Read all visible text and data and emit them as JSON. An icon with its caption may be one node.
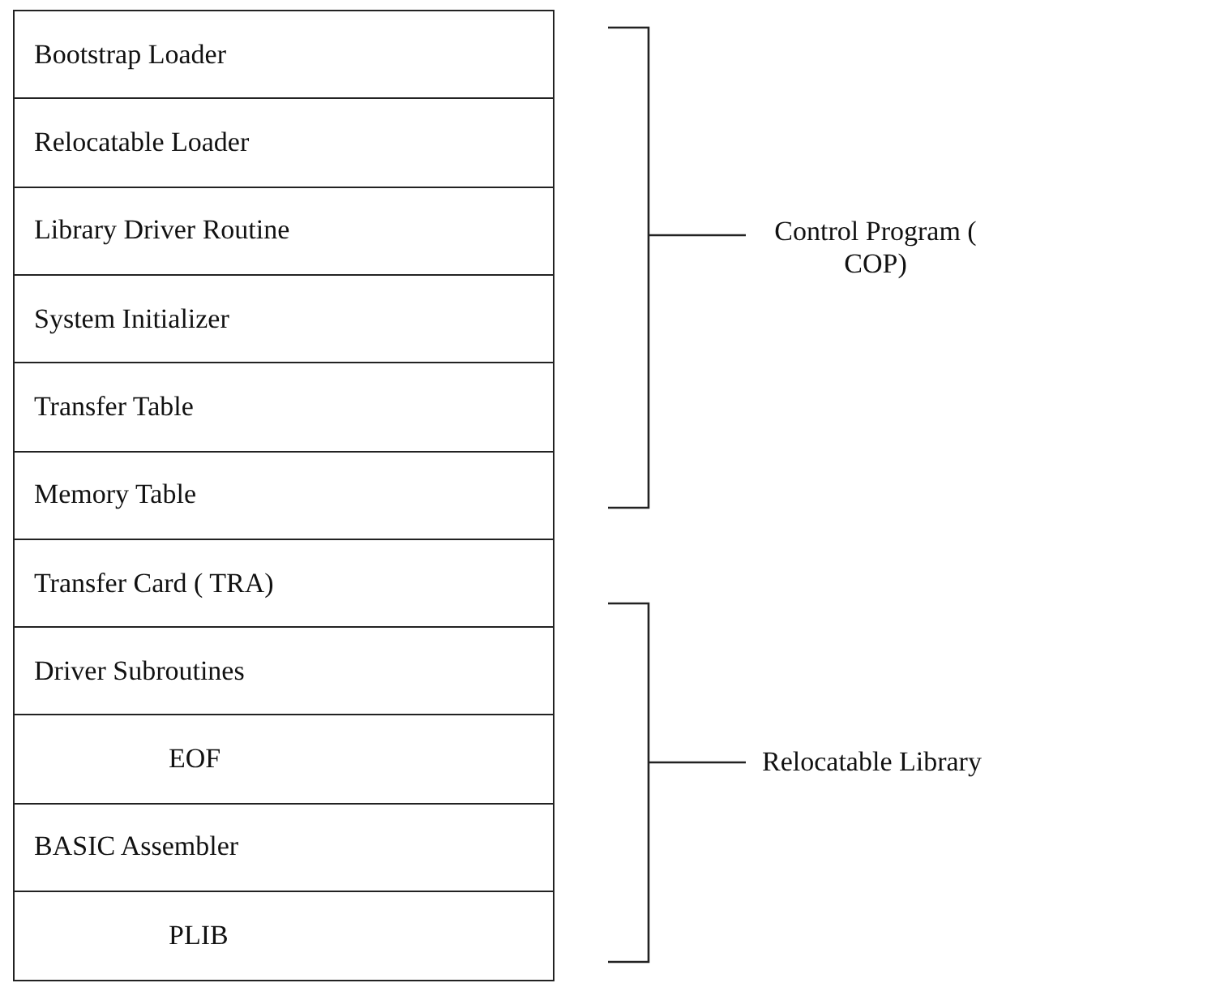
{
  "diagram": {
    "nodes": [
      {
        "text": [
          "Bootstrap Loader"
        ]
      },
      {
        "text": [
          "Relocatable Loader"
        ]
      },
      {
        "text": [
          "Library Driver Routine"
        ]
      },
      {
        "text": [
          "System Initializer"
        ]
      },
      {
        "text": [
          "Transfer Table"
        ]
      },
      {
        "text": [
          "Memory Table"
        ]
      },
      {
        "text": [
          "Transfer Card ( TRA)"
        ]
      },
      {
        "text": [
          "Driver Subroutines"
        ]
      },
      {
        "text": [
          "EOF"
        ]
      },
      {
        "text": [
          "BASIC Assembler"
        ]
      },
      {
        "text": [
          "PLIB"
        ]
      }
    ],
    "edges": [],
    "labels": [
      "Control Program ( COP)",
      "Relocatable Library"
    ]
  }
}
